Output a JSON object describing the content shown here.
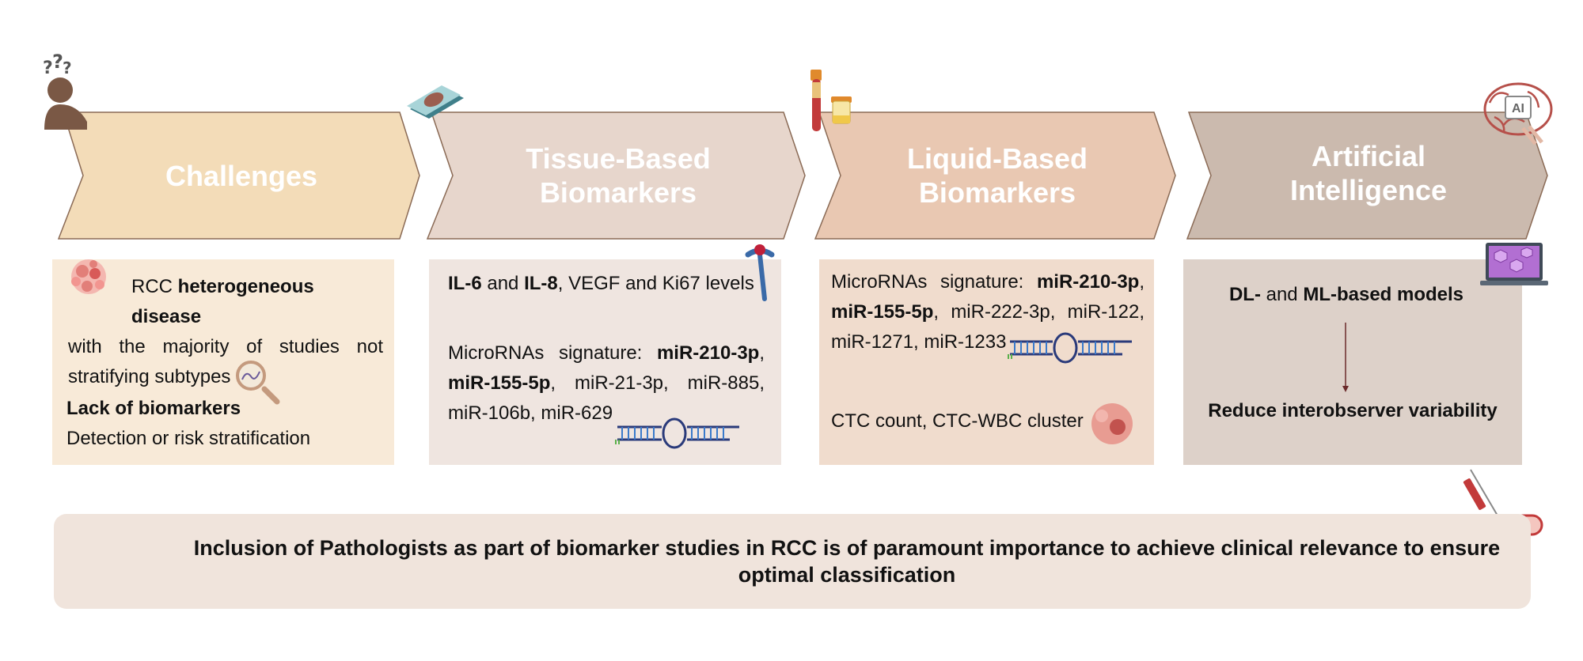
{
  "colors": {
    "challenges_arrow": "#f3dcb8",
    "tissue_arrow": "#e7d6cc",
    "liquid_arrow": "#e9c8b2",
    "ai_arrow": "#cbbaae",
    "challenges_panel": "#f8ead8",
    "tissue_panel": "#efe5e0",
    "liquid_panel": "#f0dccd",
    "ai_panel": "#ddd1c9",
    "banner": "#f0e4dc"
  },
  "stages": [
    {
      "title_lines": [
        "Challenges"
      ]
    },
    {
      "title_lines": [
        "Tissue-Based",
        "Biomarkers"
      ]
    },
    {
      "title_lines": [
        "Liquid-Based",
        "Biomarkers"
      ]
    },
    {
      "title_lines": [
        "Artificial",
        "Intelligence"
      ]
    }
  ],
  "challenges": {
    "line1_prefix": "RCC ",
    "line1_bold": "heterogeneous disease",
    "line2": "with the majority of studies not",
    "line3": "stratifying subtypes",
    "lack_bold": "Lack of biomarkers",
    "detection": "Detection or  risk stratification"
  },
  "tissue": {
    "il6": "IL-6",
    "and": " and ",
    "il8": "IL-8",
    "rest": ", VEGF and Ki67 levels",
    "mirna_prefix": "MicroRNAs signature: ",
    "mir210": "miR-210-3p",
    "comma": ",",
    "mir155": "miR-155-5p",
    "line2_rest": ",  miR-21-3p,  miR-885,",
    "line3": "miR-106b, miR-629"
  },
  "liquid": {
    "mirna_prefix": "MicroRNAs signature: ",
    "mir210": "miR-210-3p",
    "comma": ",",
    "mir155": "miR-155-5p",
    "line2_rest": ",  miR-222-3p,  miR-122,",
    "line3": "miR-1271, miR-1233",
    "ctc": "CTC count, CTC-WBC cluster"
  },
  "ai": {
    "dl": "DL-",
    "and": " and ",
    "ml": "ML-based models",
    "reduce": "Reduce interobserver variability",
    "chip_label": "AI"
  },
  "banner": {
    "text": "Inclusion of Pathologists as part of biomarker studies in RCC is of paramount importance to achieve clinical relevance to ensure optimal classification"
  },
  "icons": {
    "challenge_person": "question-person-icon",
    "tissue_slide": "tissue-slide-icon",
    "blood_tubes": "blood-tubes-icon",
    "ai_brain": "ai-brain-chip-icon",
    "tumor_cells": "tumor-cells-icon",
    "magnifier": "magnifier-dna-icon",
    "receptor": "receptor-icon",
    "rna_hairpin": "rna-hairpin-icon",
    "ctc_cell": "circulating-tumor-cell-icon",
    "laptop": "laptop-histology-icon",
    "syringe_vessel": "syringe-blood-vessel-icon",
    "pathologist": "pathologist-microscope-icon"
  }
}
